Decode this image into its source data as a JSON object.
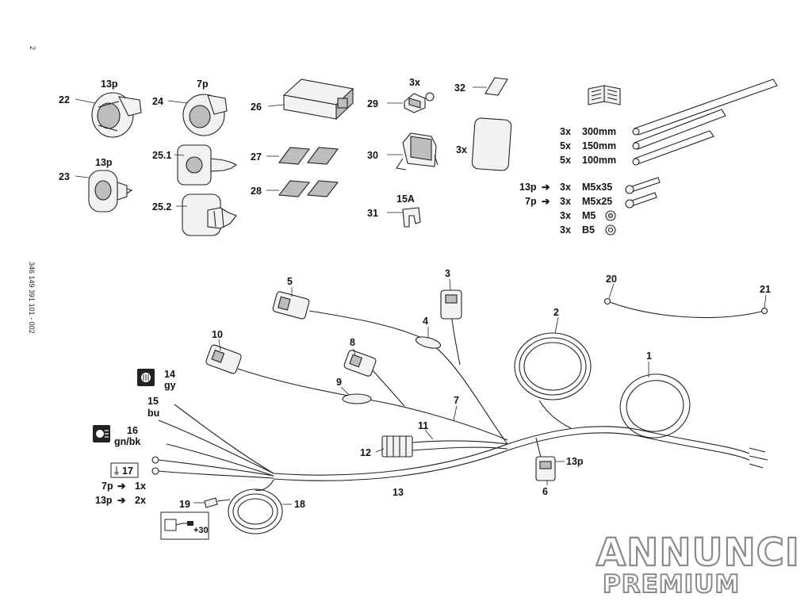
{
  "side_text": {
    "page_number": "2",
    "doc_number": "346 149 391 101 - 002"
  },
  "parts": [
    {
      "id": "p22",
      "label": "22",
      "sub": "13p"
    },
    {
      "id": "p24",
      "label": "24",
      "sub": "7p"
    },
    {
      "id": "p23",
      "label": "23",
      "sub": "13p"
    },
    {
      "id": "p25_1",
      "label": "25.1",
      "sub": ""
    },
    {
      "id": "p25_2",
      "label": "25.2",
      "sub": ""
    },
    {
      "id": "p26",
      "label": "26",
      "sub": ""
    },
    {
      "id": "p27",
      "label": "27",
      "sub": ""
    },
    {
      "id": "p28",
      "label": "28",
      "sub": ""
    },
    {
      "id": "p29",
      "label": "29",
      "sub": "3x"
    },
    {
      "id": "p30",
      "label": "30",
      "sub": ""
    },
    {
      "id": "p31",
      "label": "31",
      "sub": "15A"
    },
    {
      "id": "p32",
      "label": "32",
      "sub": ""
    },
    {
      "id": "p_pad",
      "label": "3x",
      "sub": ""
    }
  ],
  "hardware": {
    "ties": [
      {
        "qty": "3x",
        "size": "300mm"
      },
      {
        "qty": "5x",
        "size": "150mm"
      },
      {
        "qty": "5x",
        "size": "100mm"
      }
    ],
    "screws": [
      {
        "pre": "13p",
        "arrow": "➔",
        "qty": "3x",
        "size": "M5x35"
      },
      {
        "pre": "7p",
        "arrow": "➔",
        "qty": "3x",
        "size": "M5x25"
      },
      {
        "pre": "",
        "arrow": "",
        "qty": "3x",
        "size": "M5"
      },
      {
        "pre": "",
        "arrow": "",
        "qty": "3x",
        "size": "B5"
      }
    ]
  },
  "harness": {
    "labels": [
      {
        "id": "h1",
        "text": "1"
      },
      {
        "id": "h2",
        "text": "2"
      },
      {
        "id": "h3",
        "text": "3"
      },
      {
        "id": "h4",
        "text": "4"
      },
      {
        "id": "h5",
        "text": "5"
      },
      {
        "id": "h6",
        "text": "6"
      },
      {
        "id": "h6b",
        "text": "13p"
      },
      {
        "id": "h7",
        "text": "7"
      },
      {
        "id": "h8",
        "text": "8"
      },
      {
        "id": "h9",
        "text": "9"
      },
      {
        "id": "h10",
        "text": "10"
      },
      {
        "id": "h11",
        "text": "11"
      },
      {
        "id": "h12",
        "text": "12"
      },
      {
        "id": "h13",
        "text": "13"
      },
      {
        "id": "h14",
        "text": "14"
      },
      {
        "id": "h14c",
        "text": "gy"
      },
      {
        "id": "h15",
        "text": "15"
      },
      {
        "id": "h15c",
        "text": "bu"
      },
      {
        "id": "h16",
        "text": "16"
      },
      {
        "id": "h16c",
        "text": "gn/bk"
      },
      {
        "id": "h17",
        "text": "17"
      },
      {
        "id": "h18",
        "text": "18"
      },
      {
        "id": "h19",
        "text": "19"
      },
      {
        "id": "h20",
        "text": "20"
      },
      {
        "id": "h21",
        "text": "21"
      }
    ],
    "note_17": [
      {
        "pre": "7p",
        "arrow": "➔",
        "val": "1x"
      },
      {
        "pre": "13p",
        "arrow": "➔",
        "val": "2x"
      }
    ],
    "relay_box_text": "+30"
  },
  "watermark": {
    "line1": "ANNUNCI",
    "line2": "PREMIUM"
  }
}
